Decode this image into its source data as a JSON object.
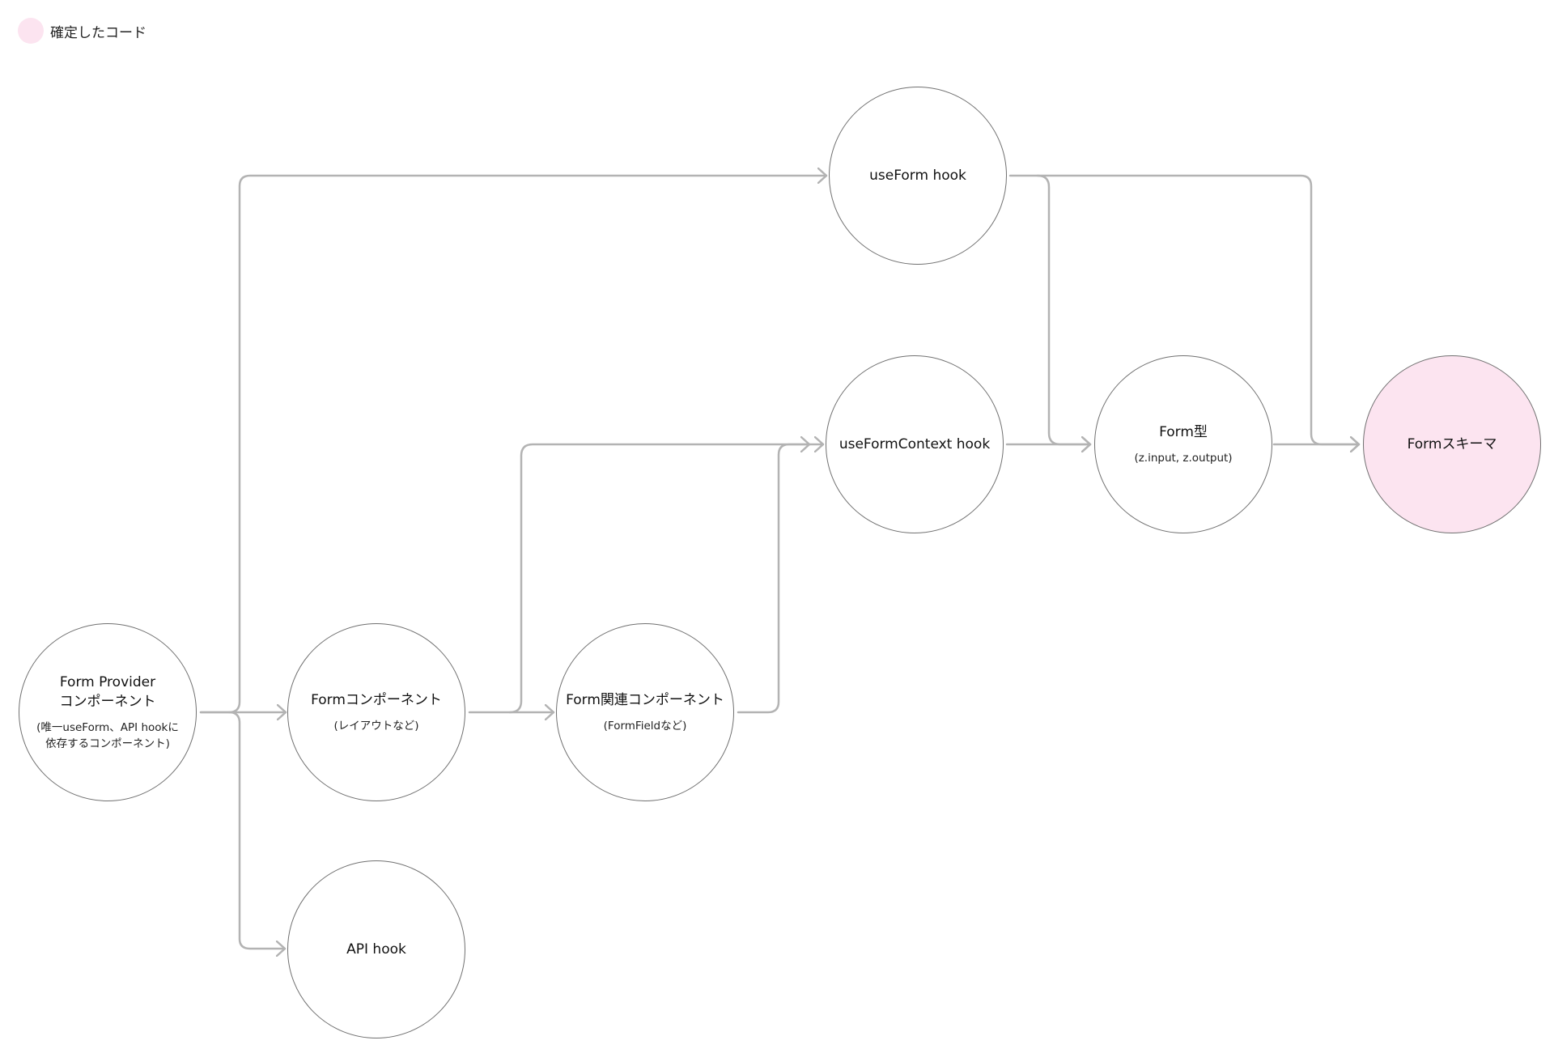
{
  "legend": {
    "label": "確定したコード",
    "color": "#fce4f0"
  },
  "colors": {
    "edge": "#b3b3b3",
    "node_border": "#707070",
    "highlight": "#fce4f0"
  },
  "nodes": {
    "form_provider": {
      "title": "Form Provider\nコンポーネント",
      "subtitle": "(唯一useForm、API hookに\n依存するコンポーネント)"
    },
    "form_component": {
      "title": "Formコンポーネント",
      "subtitle": "(レイアウトなど)"
    },
    "form_related": {
      "title": "Form関連コンポーネント",
      "subtitle": "(FormFieldなど)"
    },
    "api_hook": {
      "title": "API hook",
      "subtitle": ""
    },
    "use_form": {
      "title": "useForm hook",
      "subtitle": ""
    },
    "use_form_context": {
      "title": "useFormContext hook",
      "subtitle": ""
    },
    "form_type": {
      "title": "Form型",
      "subtitle": "(z.input, z.output)"
    },
    "form_schema": {
      "title": "Formスキーマ",
      "subtitle": "",
      "confirmed": true
    }
  },
  "edges": [
    {
      "from": "form_provider",
      "to": "use_form"
    },
    {
      "from": "form_provider",
      "to": "form_component"
    },
    {
      "from": "form_provider",
      "to": "api_hook"
    },
    {
      "from": "form_component",
      "to": "form_related"
    },
    {
      "from": "form_component",
      "to": "use_form_context"
    },
    {
      "from": "form_related",
      "to": "use_form_context"
    },
    {
      "from": "use_form",
      "to": "form_type"
    },
    {
      "from": "use_form",
      "to": "form_schema"
    },
    {
      "from": "use_form_context",
      "to": "form_type"
    },
    {
      "from": "form_type",
      "to": "form_schema"
    }
  ]
}
